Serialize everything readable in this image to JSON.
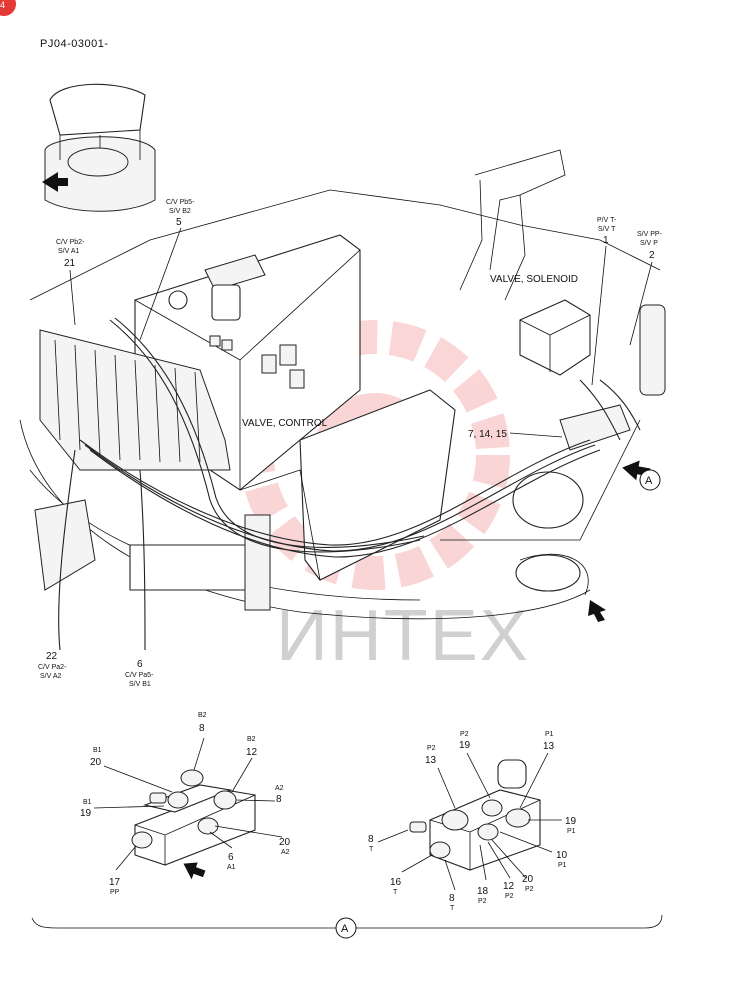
{
  "header": {
    "doc_code": "PJ04-03001-"
  },
  "watermark": {
    "text": "ИНТЕХ",
    "color": "#f3a3a3",
    "text_color": "#cfcfcf"
  },
  "main_view": {
    "callout_view_marker": "A",
    "labels": {
      "valve_solenoid": "VALVE, SOLENOID",
      "valve_control": "VALVE, CONTROL",
      "c5_line1": "C/V Pb5-",
      "c5_line2": "S/V B2",
      "c5_num": "5",
      "c21_line1": "C/V Pb2-",
      "c21_line2": "S/V A1",
      "c21_num": "21",
      "c1_line1": "P/V T-",
      "c1_line2": "S/V T",
      "c1_num": "1",
      "c2_line1": "S/V PP-",
      "c2_line2": "S/V P",
      "c2_num": "2",
      "c7_num": "7, 14, 15",
      "c22_num": "22",
      "c22_line1": "C/V Pa2-",
      "c22_line2": "S/V A2",
      "c6_num": "6",
      "c6_line1": "C/V Pa5-",
      "c6_line2": "S/V B1"
    }
  },
  "detail_left": {
    "labels": {
      "b2a_top": "B2",
      "b2a_num": "8",
      "b2b_top": "B2",
      "b2b_num": "12",
      "b1a_top": "B1",
      "b1a_num": "20",
      "b1b_top": "B1",
      "b1b_num": "19",
      "a2a_top": "A2",
      "a2a_num": "8",
      "a2b_num": "20",
      "a2b_bot": "A2",
      "a1_num": "6",
      "a1_bot": "A1",
      "pp_num": "17",
      "pp_bot": "PP"
    }
  },
  "detail_right": {
    "labels": {
      "p2a_top": "P2",
      "p2a_num": "13",
      "p2b_top": "P2",
      "p2b_num": "19",
      "p1a_top": "P1",
      "p1a_num": "13",
      "p1b_num": "19",
      "p1b_bot": "P1",
      "p1c_num": "10",
      "p1c_bot": "P1",
      "p2c_num": "20",
      "p2c_bot": "P2",
      "p2d_num": "12",
      "p2d_bot": "P2",
      "p2e_num": "18",
      "p2e_bot": "P2",
      "t1_num": "8",
      "t1_bot": "T",
      "t2_num": "16",
      "t2_bot": "T",
      "t3_num": "8",
      "t3_bot": "T"
    }
  },
  "footer": {
    "section_marker": "A"
  }
}
